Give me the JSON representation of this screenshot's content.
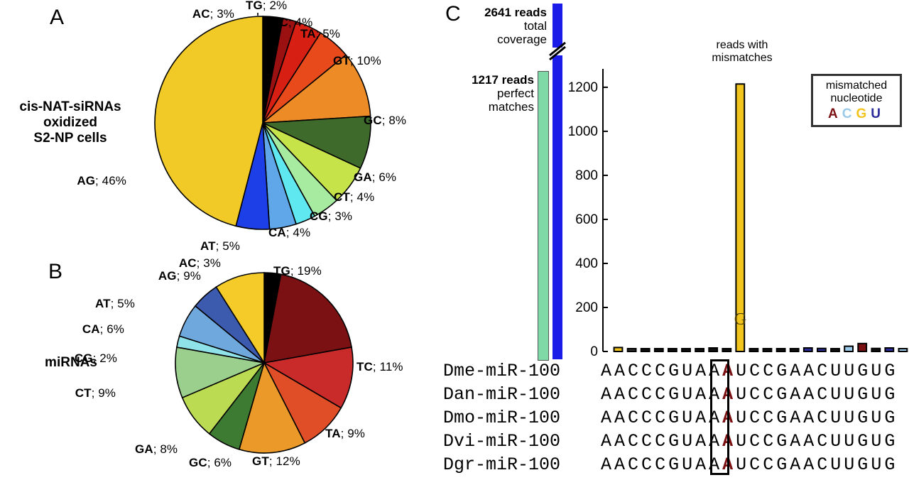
{
  "figure": {
    "panels": [
      "A",
      "B",
      "C"
    ]
  },
  "panelA": {
    "letter": "A",
    "row_label": "cis-NAT-siRNAs\noxidized\nS2-NP cells",
    "row_label_lines": [
      "cis-NAT-siRNAs",
      "oxidized",
      "S2-NP cells"
    ],
    "chart_data": {
      "type": "pie",
      "title": "cis-NAT-siRNAs oxidized S2-NP cells",
      "categories": [
        "AC",
        "TG",
        "TC",
        "TA",
        "GT",
        "GC",
        "GA",
        "CT",
        "CG",
        "CA",
        "AT",
        "AG"
      ],
      "values": [
        3,
        2,
        4,
        5,
        10,
        8,
        6,
        4,
        3,
        4,
        5,
        46
      ],
      "unit": "%",
      "labels": [
        "AC; 3%",
        "TG; 2%",
        "TC; 4%",
        "TA; 5%",
        "GT; 10%",
        "GC; 8%",
        "GA; 6%",
        "CT; 4%",
        "CG; 3%",
        "CA; 4%",
        "AT; 5%",
        "AG; 46%"
      ],
      "colors": [
        "#000000",
        "#9B1010",
        "#D81F14",
        "#E84A1C",
        "#ED8B26",
        "#3E6B2B",
        "#C6E34A",
        "#A7EBA0",
        "#5FE8F0",
        "#5FA7E8",
        "#1C3FE8",
        "#F2CA28"
      ],
      "legend": "none"
    }
  },
  "panelB": {
    "letter": "B",
    "row_label": "miRNAs",
    "row_label_lines": [
      "miRNAs"
    ],
    "chart_data": {
      "type": "pie",
      "title": "miRNAs",
      "categories": [
        "AC",
        "TG",
        "TC",
        "TA",
        "GT",
        "GC",
        "GA",
        "CT",
        "CG",
        "CA",
        "AT",
        "AG"
      ],
      "values": [
        3,
        19,
        11,
        9,
        12,
        6,
        8,
        9,
        2,
        6,
        5,
        9
      ],
      "unit": "%",
      "labels": [
        "AC; 3%",
        "TG; 19%",
        "TC; 11%",
        "TA; 9%",
        "GT; 12%",
        "GC; 6%",
        "GA; 8%",
        "CT; 9%",
        "CG; 2%",
        "CA; 6%",
        "AT; 5%",
        "AG; 9%"
      ],
      "colors": [
        "#000000",
        "#7B1113",
        "#C92A2A",
        "#E04E28",
        "#EB9A2A",
        "#3E7B32",
        "#BBDB52",
        "#9BCF8E",
        "#8FE3E8",
        "#6FA8DC",
        "#3C5BAE",
        "#F5CB2A"
      ],
      "legend": "none"
    }
  },
  "panelC": {
    "letter": "C",
    "coverage": {
      "total": {
        "count": "2641 reads",
        "line1": "total",
        "line2": "coverage",
        "color": "#1C1CE8"
      },
      "perfect": {
        "count": "1217 reads",
        "line1": "perfect",
        "line2": "matches",
        "color": "#7FD9A6"
      },
      "axis_break": true
    },
    "mismatch_title_lines": [
      "reads with",
      "mismatches"
    ],
    "legend": {
      "title_lines": [
        "mismatched",
        "nucleotide"
      ],
      "nucleotides": [
        {
          "letter": "A",
          "color": "#7B1113"
        },
        {
          "letter": "C",
          "color": "#9BC9E8"
        },
        {
          "letter": "G",
          "color": "#F2C41E"
        },
        {
          "letter": "U",
          "color": "#2B2B9B"
        }
      ]
    },
    "chart_data": {
      "type": "bar",
      "title": "reads with mismatches",
      "ylabel": "",
      "xlabel": "",
      "ylim": [
        0,
        1290
      ],
      "yticks": [
        0,
        200,
        400,
        600,
        800,
        1000,
        1200
      ],
      "ytick_labels": [
        "0",
        "200",
        "400",
        "600",
        "800",
        "1000",
        "1200"
      ],
      "grid": false,
      "categories": [
        "A",
        "A",
        "C",
        "C",
        "C",
        "G",
        "U",
        "A",
        "A",
        "A",
        "U",
        "C",
        "C",
        "G",
        "A",
        "A",
        "C",
        "U",
        "U",
        "G",
        "U",
        "G"
      ],
      "positions": [
        1,
        2,
        3,
        4,
        5,
        6,
        7,
        8,
        9,
        10,
        11,
        12,
        13,
        14,
        15,
        16,
        17,
        18,
        19,
        20,
        21,
        22
      ],
      "values": [
        18,
        4,
        11,
        8,
        8,
        8,
        8,
        16,
        8,
        1215,
        5,
        5,
        5,
        5,
        16,
        14,
        11,
        24,
        36,
        14,
        16,
        9
      ],
      "bar_colors": [
        "#F2C41E",
        "#2E2E2E",
        "#111111",
        "#111111",
        "#111111",
        "#111111",
        "#111111",
        "#111111",
        "#111111",
        "#F2C41E",
        "#111111",
        "#111111",
        "#111111",
        "#111111",
        "#2B2B9B",
        "#2B2B9B",
        "#111111",
        "#9BC9E8",
        "#7B1113",
        "#111111",
        "#2B2B9B",
        "#9BC9E8"
      ],
      "annotations": [
        {
          "position": 10,
          "text": "G",
          "value": 1215
        }
      ],
      "highlight_position": 10
    },
    "alignment": {
      "rows": [
        {
          "name": "Dme-miR-100",
          "sequence": "AACCCGUAAAUCCGAACUUGUG"
        },
        {
          "name": "Dan-miR-100",
          "sequence": "AACCCGUAAAUCCGAACUUGUG"
        },
        {
          "name": "Dmo-miR-100",
          "sequence": "AACCCGUAAAUCCGAACUUGUG"
        },
        {
          "name": "Dvi-miR-100",
          "sequence": "AACCCGUAAAUCCGAACUUGUG"
        },
        {
          "name": "Dgr-miR-100",
          "sequence": "AACCCGUAAAUCCGAACUUGUG"
        }
      ],
      "highlight_index": 9,
      "highlight_color": "#7B1113"
    }
  }
}
